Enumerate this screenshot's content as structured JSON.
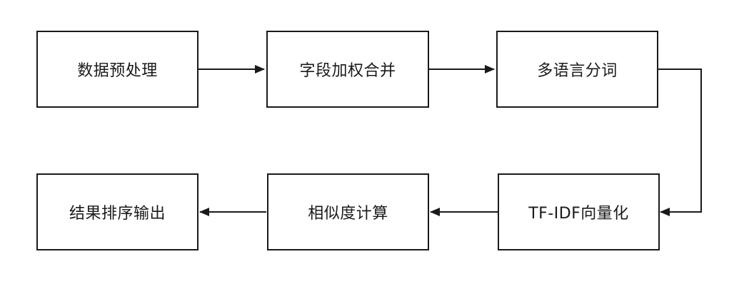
{
  "diagram": {
    "nodes": [
      {
        "id": "n1",
        "label": "数据预处理"
      },
      {
        "id": "n2",
        "label": "字段加权合并"
      },
      {
        "id": "n3",
        "label": "多语言分词"
      },
      {
        "id": "n4",
        "label": "TF-IDF向量化"
      },
      {
        "id": "n5",
        "label": "相似度计算"
      },
      {
        "id": "n6",
        "label": "结果排序输出"
      }
    ],
    "edges": [
      {
        "from": "n1",
        "to": "n2"
      },
      {
        "from": "n2",
        "to": "n3"
      },
      {
        "from": "n3",
        "to": "n4"
      },
      {
        "from": "n4",
        "to": "n5"
      },
      {
        "from": "n5",
        "to": "n6"
      }
    ],
    "colors": {
      "stroke": "#1a1a1a",
      "fill": "#ffffff",
      "text": "#1a1a1a"
    }
  }
}
